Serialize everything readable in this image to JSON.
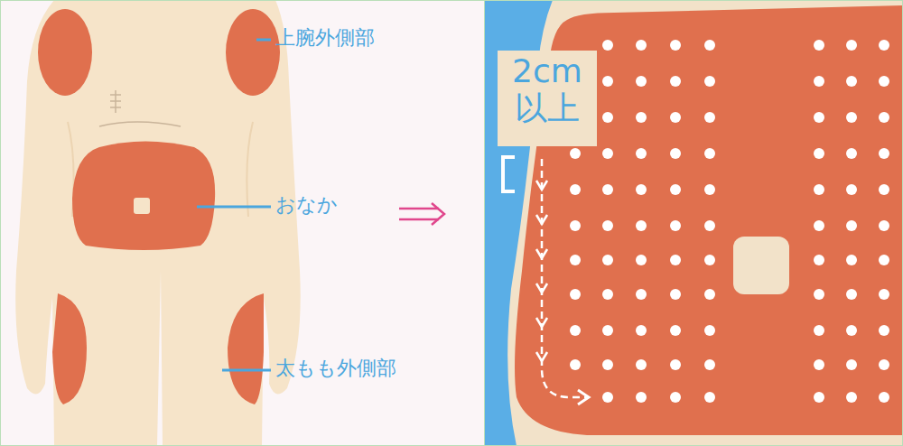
{
  "diagram": {
    "labels": [
      "上腕外側部",
      "おなか",
      "太もも外側部",
      "2cm 以上"
    ]
  }
}
